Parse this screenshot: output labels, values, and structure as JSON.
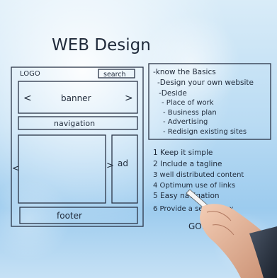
{
  "title": "WEB Design",
  "wireframe": {
    "logo": "LOGO",
    "search": "search",
    "banner": "banner",
    "banner_left": "<",
    "banner_right": ">",
    "navigation": "navigation",
    "content_left": "<",
    "content_right": ">",
    "ad": "ad",
    "footer": "footer"
  },
  "basics": [
    "-know the Basics",
    "-Design your own website",
    "-Deside",
    "- Place of work",
    "- Business plan",
    "- Advertising",
    "- Redisign existing sites"
  ],
  "tips": [
    "1 Keep it simple",
    "2 Include a tagline",
    "3 well distributed content",
    "4 Optimum use of links",
    "5 Easy navigation",
    "6 Provide a search box"
  ],
  "closing": "GO!"
}
